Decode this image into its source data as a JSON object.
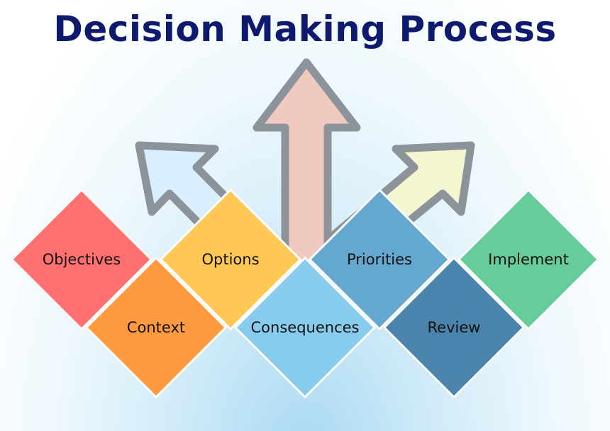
{
  "title": "Decision Making Process",
  "colors": {
    "title": "#0d1a6e",
    "arrow_outline": "#8c9399",
    "arrow_left_fill": "#d9efff",
    "arrow_center_fill": "#f0c9c0",
    "arrow_right_fill": "#f3f6cf"
  },
  "steps": [
    {
      "label": "Objectives",
      "color": "#ff7070"
    },
    {
      "label": "Context",
      "color": "#ff9a40"
    },
    {
      "label": "Options",
      "color": "#ffc753"
    },
    {
      "label": "Consequences",
      "color": "#87ccec"
    },
    {
      "label": "Priorities",
      "color": "#64a8cf"
    },
    {
      "label": "Review",
      "color": "#4a83ab"
    },
    {
      "label": "Implement",
      "color": "#66cc99"
    }
  ]
}
